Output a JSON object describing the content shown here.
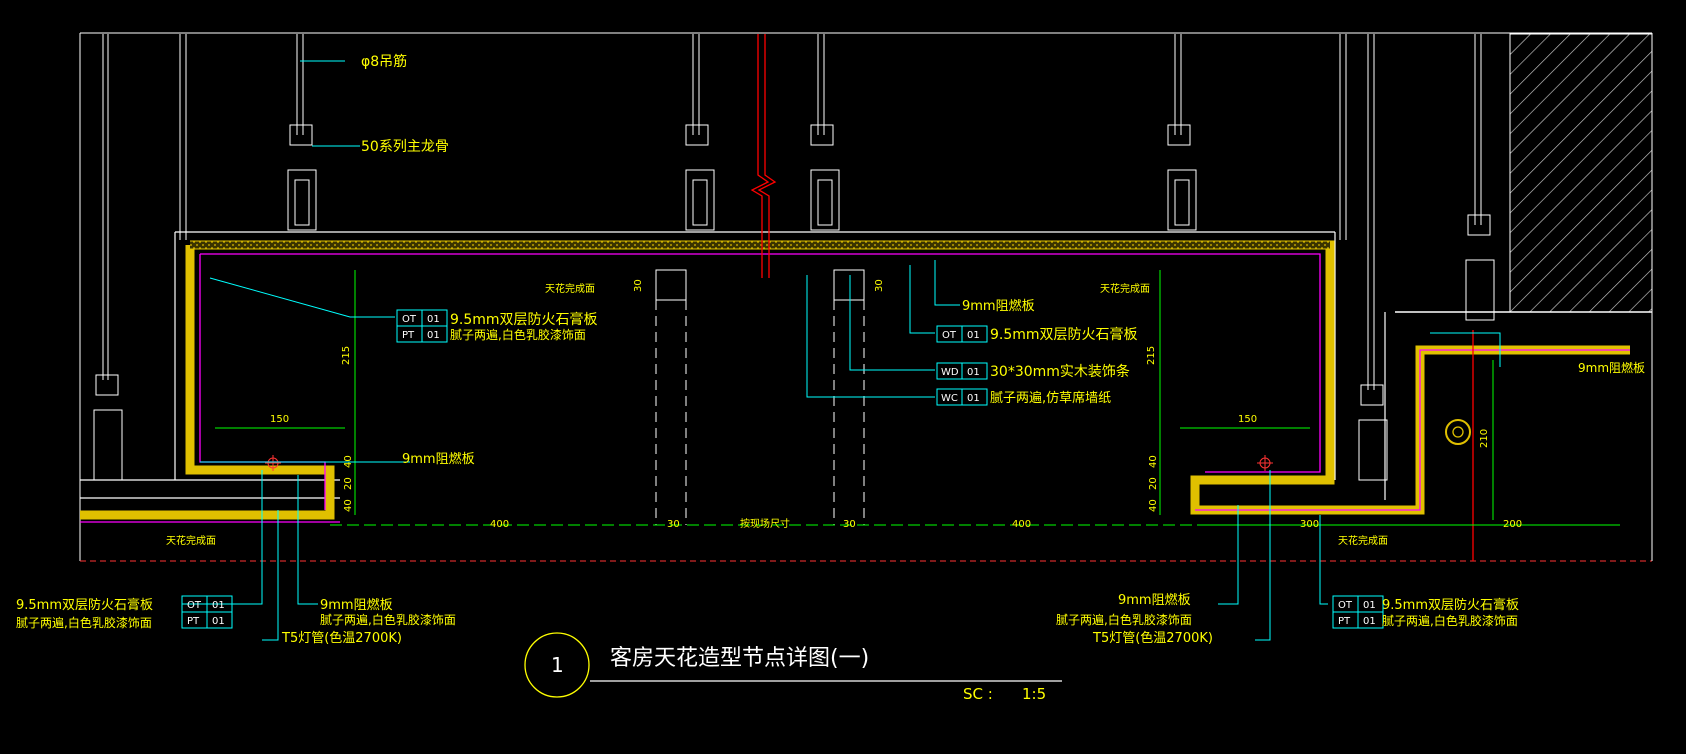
{
  "drawing": {
    "title": "客房天花造型节点详图(一)",
    "number": "1",
    "scale_label": "SC :",
    "scale_value": "1:5"
  },
  "annotations": {
    "hanger_rod": "φ8吊筋",
    "main_keel": "50系列主龙骨",
    "ceiling_finish_1": "天花完成面",
    "ceiling_finish_2": "天花完成面",
    "ceiling_finish_3": "天花完成面",
    "ceiling_finish_4": "天花完成面",
    "gypsum_left_1": "9.5mm双层防火石膏板",
    "gypsum_left_2": "腻子两遍,白色乳胶漆饰面",
    "fireboard_top": "9mm阻燃板",
    "gypsum_mid_1": "9.5mm双层防火石膏板",
    "wood_strip": "30*30mm实木装饰条",
    "wallpaper": "腻子两遍,仿草席墙纸",
    "fireboard_right": "9mm阻燃板",
    "fireboard_left_mid": "9mm阻燃板",
    "bl_text_1": "9.5mm双层防火石膏板",
    "bl_text_2": "腻子两遍,白色乳胶漆饰面",
    "bl_fire_1": "9mm阻燃板",
    "bl_fire_2": "腻子两遍,白色乳胶漆饰面",
    "bl_lamp": "T5灯管(色温2700K)",
    "br_fire_1": "9mm阻燃板",
    "br_fire_2": "腻子两遍,白色乳胶漆饰面",
    "br_lamp": "T5灯管(色温2700K)",
    "br_text_1": "9.5mm双层防火石膏板",
    "br_text_2": "腻子两遍,白色乳胶漆饰面"
  },
  "tags": {
    "left": [
      {
        "code": "OT",
        "num": "01"
      },
      {
        "code": "PT",
        "num": "01"
      }
    ],
    "mid_ot": {
      "code": "OT",
      "num": "01"
    },
    "mid_wd": {
      "code": "WD",
      "num": "01"
    },
    "mid_wc": {
      "code": "WC",
      "num": "01"
    },
    "bottom_left": [
      {
        "code": "OT",
        "num": "01"
      },
      {
        "code": "PT",
        "num": "01"
      }
    ],
    "bottom_right": [
      {
        "code": "OT",
        "num": "01"
      },
      {
        "code": "PT",
        "num": "01"
      }
    ]
  },
  "dimensions": {
    "h215_left": "215",
    "h215_right": "215",
    "w150_left": "150",
    "w150_right": "150",
    "d30_a": "30",
    "d30_b": "30",
    "d40_a": "40",
    "d20_a": "20",
    "d40_b": "40",
    "d40_c": "40",
    "d20_b": "20",
    "d40_d": "40",
    "w400_left": "400",
    "w30_c": "30",
    "on_site": "按现场尺寸",
    "w30_d": "30",
    "w400_right": "400",
    "w300": "300",
    "w200": "200",
    "h210": "210"
  },
  "colors": {
    "background": "#000000",
    "frame": "#ffffff",
    "text": "#ffff00",
    "leader": "#00ffff",
    "board_fill": "#c8b400",
    "finish_line": "#ff00ff",
    "dim": "#00ff00",
    "center_red": "#ff0000",
    "hatch": "#ffffff"
  }
}
